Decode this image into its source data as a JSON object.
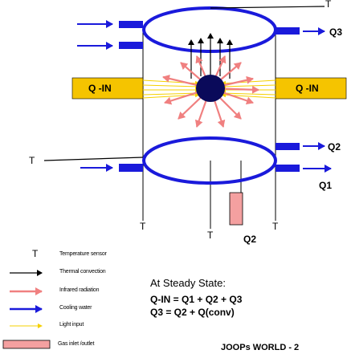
{
  "diagram": {
    "heat_in_left": "Q -IN",
    "heat_in_right": "Q -IN",
    "outputs": {
      "q1": "Q1",
      "q2_top": "Q2",
      "q2_bottom": "Q2",
      "q3": "Q3"
    },
    "sensor_marks": [
      "T",
      "T",
      "T",
      "T",
      "T"
    ]
  },
  "legend": {
    "items": [
      {
        "symbol": "T",
        "label": "Temperature sensor"
      },
      {
        "symbol": "black-arrow",
        "label": "Thermal convection"
      },
      {
        "symbol": "salmon-arrow",
        "label": "Infrared radiation"
      },
      {
        "symbol": "blue-arrow",
        "label": "Cooling water"
      },
      {
        "symbol": "yellow-arrow",
        "label": "Light input"
      },
      {
        "symbol": "pink-rect",
        "label": "Gas inlet /outlet"
      }
    ]
  },
  "equations": {
    "heading": "At Steady State:",
    "line1": "Q-IN = Q1 + Q2 + Q3",
    "line2": "Q3 = Q2 + Q(conv)"
  },
  "footer": "JOOPs WORLD - 2",
  "colors": {
    "ring": "#1a1adb",
    "cooling": "#1a1adb",
    "radiation": "#f08080",
    "light": "#f5d000",
    "qin_box": "#f5c400",
    "gas": "#f4a0a0",
    "source": "#0a0a5a"
  }
}
